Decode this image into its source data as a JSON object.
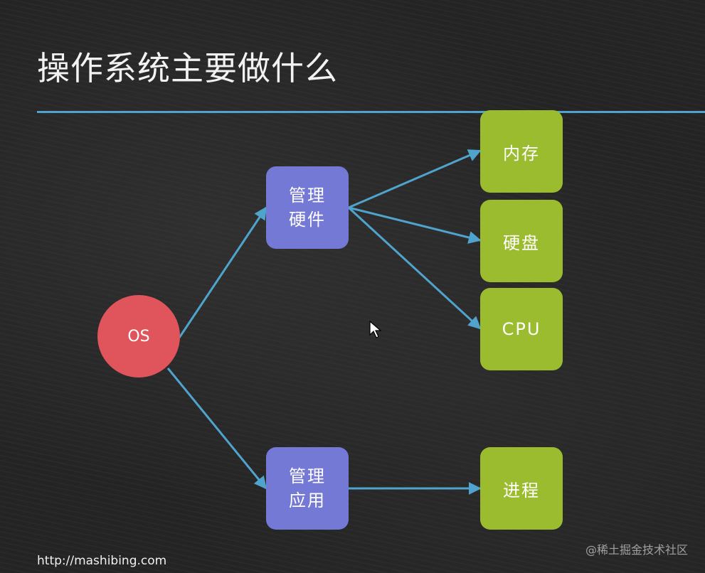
{
  "slide": {
    "title": "操作系统主要做什么",
    "url": "http://mashibing.com",
    "watermark": "@稀土掘金技术社区"
  },
  "diagram": {
    "root": "OS",
    "branches": [
      {
        "line1": "管理",
        "line2": "硬件",
        "children": [
          "内存",
          "硬盘",
          "CPU"
        ]
      },
      {
        "line1": "管理",
        "line2": "应用",
        "children": [
          "进程"
        ]
      }
    ]
  },
  "colors": {
    "root": "#e0555b",
    "branch": "#7579d6",
    "leaf": "#9cbc2f",
    "connector": "#4fa3cc",
    "background": "#242424"
  },
  "icons": {
    "pointer": "mouse-cursor-icon"
  }
}
